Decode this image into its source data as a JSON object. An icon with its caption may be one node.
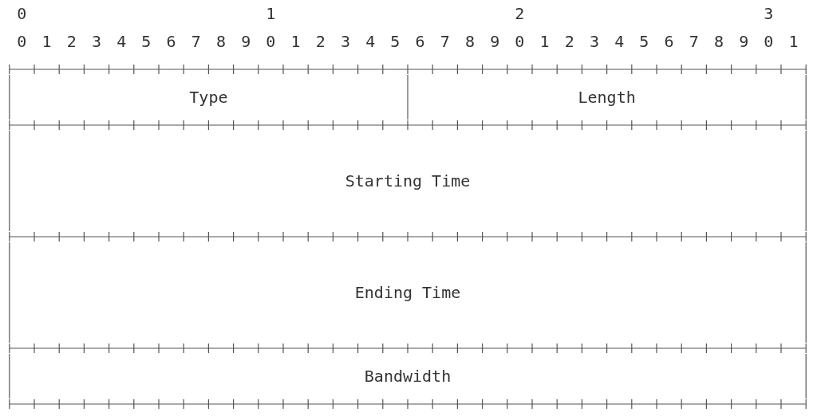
{
  "diagram": {
    "nodes": [
      {
        "text": [
          "Type"
        ]
      },
      {
        "text": [
          "Length"
        ]
      },
      {
        "text": [
          "Starting Time"
        ]
      },
      {
        "text": [
          "Ending Time"
        ]
      },
      {
        "text": [
          "Bandwidth"
        ]
      }
    ],
    "labels": [
      "0",
      "1",
      "2",
      "3",
      "0",
      "1",
      "2",
      "3",
      "4",
      "5",
      "6",
      "7",
      "8",
      "9",
      "0",
      "1",
      "2",
      "3",
      "4",
      "5",
      "6",
      "7",
      "8",
      "9",
      "0",
      "1",
      "2",
      "3",
      "4",
      "5",
      "6",
      "7",
      "8",
      "9",
      "0",
      "1"
    ]
  }
}
